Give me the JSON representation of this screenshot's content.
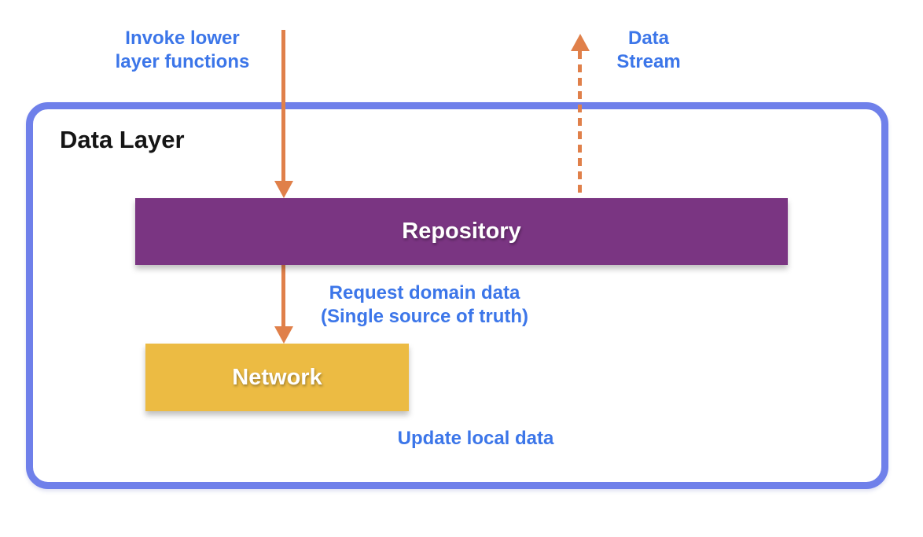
{
  "colors": {
    "canvas_bg": "#ffffff",
    "container_border": "#6F80EA",
    "annotation_blue": "#3C76E9",
    "arrow_orange": "#E0804A",
    "repository_fill": "#7A3582",
    "network_fill": "#ECBB43",
    "node_text": "#ffffff",
    "title_color": "#151515"
  },
  "container": {
    "title": "Data Layer"
  },
  "nodes": {
    "repository": {
      "label": "Repository"
    },
    "network": {
      "label": "Network"
    }
  },
  "annotations": {
    "invoke": {
      "line1": "Invoke lower",
      "line2": "layer functions"
    },
    "stream": {
      "line1": "Data",
      "line2": "Stream"
    },
    "request": {
      "line1": "Request domain data",
      "line2": "(Single source of truth)"
    },
    "update": {
      "text": "Update local data"
    }
  },
  "arrows": [
    {
      "id": "invoke-arrow",
      "style": "solid",
      "direction": "down",
      "from": "outside-top",
      "to": "repository"
    },
    {
      "id": "data-stream-arrow",
      "style": "dashed",
      "direction": "up",
      "from": "repository",
      "to": "outside-top"
    },
    {
      "id": "request-arrow",
      "style": "solid",
      "direction": "down",
      "from": "repository",
      "to": "network"
    }
  ]
}
